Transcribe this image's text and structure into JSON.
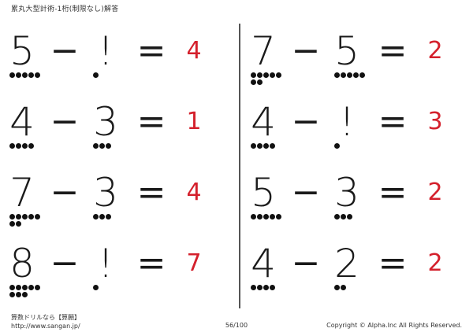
{
  "header": {
    "title": "累丸大型計術-1桁(制限なし)解答"
  },
  "operator": "−",
  "equals": "=",
  "problems": {
    "left": [
      {
        "a": "5",
        "b": "!",
        "answer": "4",
        "a_dots": [
          5
        ],
        "b_dots": [
          1
        ]
      },
      {
        "a": "4",
        "b": "3",
        "answer": "1",
        "a_dots": [
          4
        ],
        "b_dots": [
          3
        ]
      },
      {
        "a": "7",
        "b": "3",
        "answer": "4",
        "a_dots": [
          5,
          2
        ],
        "b_dots": [
          3
        ]
      },
      {
        "a": "8",
        "b": "!",
        "answer": "7",
        "a_dots": [
          5,
          3
        ],
        "b_dots": [
          1
        ]
      }
    ],
    "right": [
      {
        "a": "7",
        "b": "5",
        "answer": "2",
        "a_dots": [
          5,
          2
        ],
        "b_dots": [
          5
        ]
      },
      {
        "a": "4",
        "b": "!",
        "answer": "3",
        "a_dots": [
          4
        ],
        "b_dots": [
          1
        ]
      },
      {
        "a": "5",
        "b": "3",
        "answer": "2",
        "a_dots": [
          5
        ],
        "b_dots": [
          3
        ]
      },
      {
        "a": "4",
        "b": "2",
        "answer": "2",
        "a_dots": [
          4
        ],
        "b_dots": [
          2
        ]
      }
    ]
  },
  "footer": {
    "site_name": "算数ドリルなら【算願】",
    "url": "http://www.sangan.jp/",
    "page": "56/100",
    "copyright": "Copyright © Alpha.Inc All Rights Reserved."
  }
}
